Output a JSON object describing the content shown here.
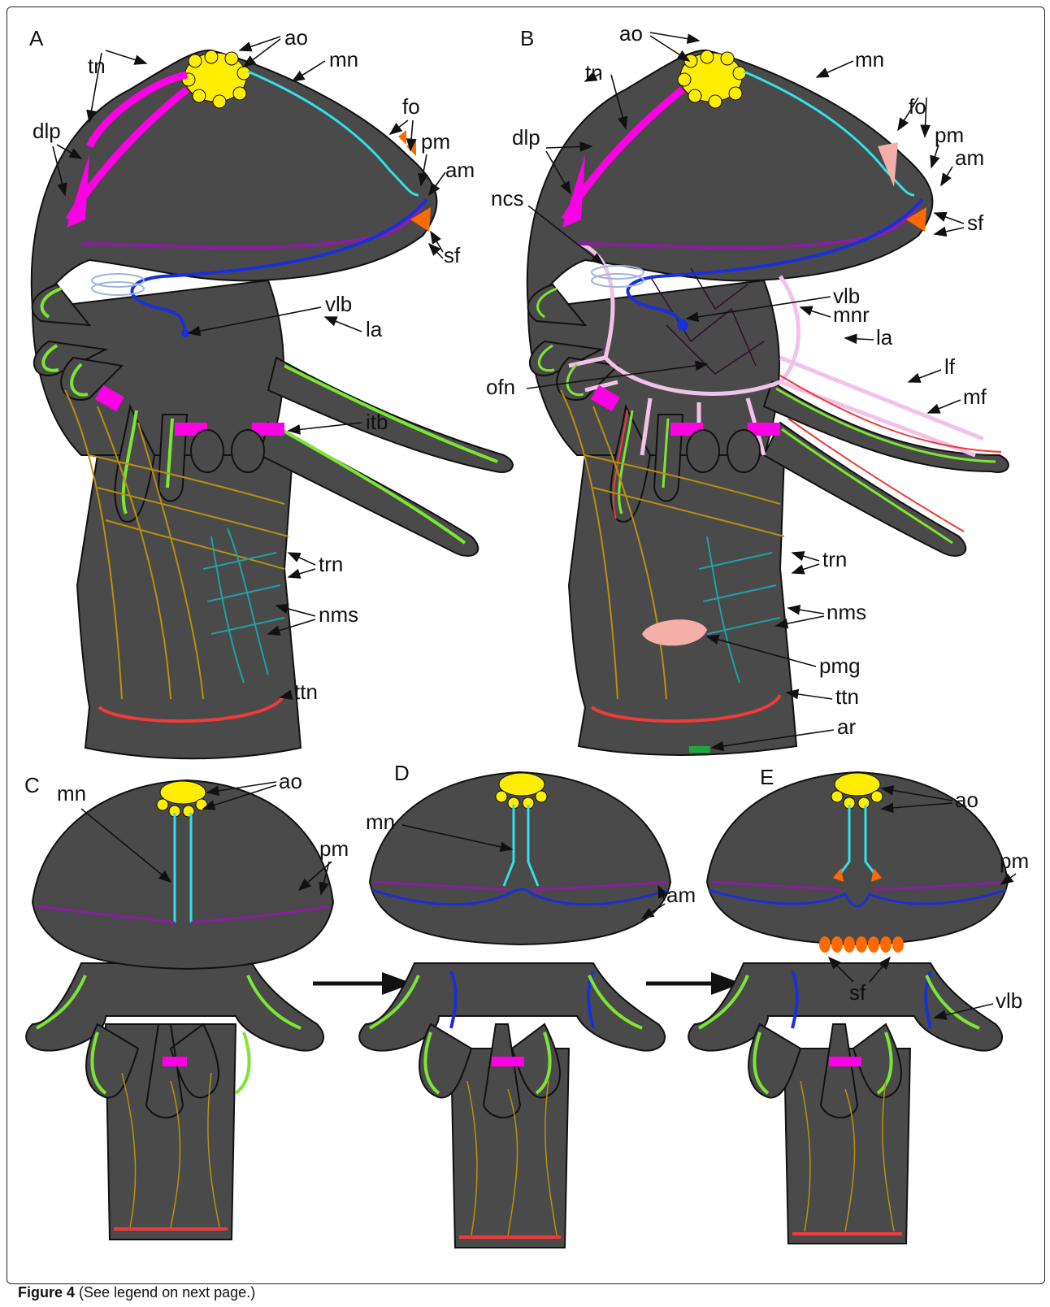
{
  "figure": {
    "caption_title": "Figure 4",
    "caption_text": "(See legend on next page.)"
  },
  "panels": {
    "A": {
      "letter": "A",
      "labels": [
        "ao",
        "tn",
        "mn",
        "dlp",
        "fo",
        "pm",
        "am",
        "sf",
        "vlb",
        "la",
        "itb",
        "trn",
        "nms",
        "ttn"
      ]
    },
    "B": {
      "letter": "B",
      "labels": [
        "ao",
        "tn",
        "mn",
        "dlp",
        "fo",
        "pm",
        "am",
        "ncs",
        "sf",
        "vlb",
        "mnr",
        "la",
        "ofn",
        "lf",
        "mf",
        "trn",
        "nms",
        "pmg",
        "ttn",
        "ar"
      ]
    },
    "C": {
      "letter": "C",
      "labels": [
        "mn",
        "ao",
        "pm"
      ]
    },
    "D": {
      "letter": "D",
      "labels": [
        "mn",
        "am"
      ]
    },
    "E": {
      "letter": "E",
      "labels": [
        "ao",
        "pm",
        "sf",
        "vlb"
      ]
    }
  },
  "colors": {
    "body": "#4a4a4a",
    "apical_organ": "#ffee00",
    "tn_magenta": "#ff00e6",
    "mn_cyan": "#33e0e8",
    "pm_purple": "#8a1fa0",
    "am_blue": "#1a2fd6",
    "sf_orange": "#ff6a00",
    "tentacle_green": "#7de534",
    "ttn_red": "#f03a3a",
    "trn_ochre": "#b8900e",
    "nms_teal": "#1fa0a6",
    "mnr_pink": "#f2c3e8",
    "pmg_salmon": "#f4b0a8",
    "ofn_dark": "#2c0f2a",
    "ar_green": "#1fa83a"
  }
}
